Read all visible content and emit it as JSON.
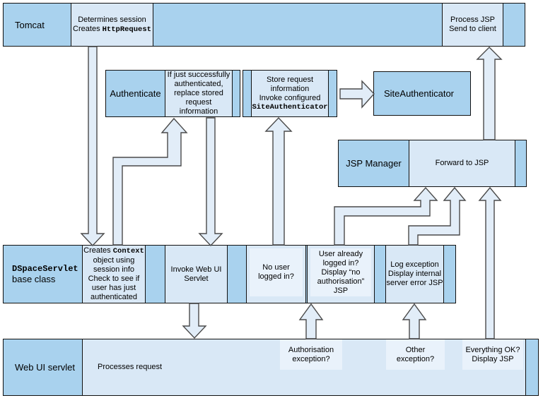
{
  "colors": {
    "dark_blue": "#a9d2ee",
    "light_blue": "#d9e8f6",
    "lighter_blue": "#e9f2fb",
    "arrow_fill": "#e2edf8",
    "arrow_stroke": "#4a4a4a",
    "border": "#111111"
  },
  "nodes": {
    "tomcat": {
      "label": "Tomcat",
      "note_line1": "Determines session",
      "note_line2_prefix": "Creates ",
      "note_line2_code": "HttpRequest",
      "process_note": "Process JSP\nSend to client"
    },
    "authenticate": {
      "label": "Authenticate",
      "note": "If just successfully\nauthenticated,\nreplace stored\nrequest information"
    },
    "store_request": {
      "note_lines": "Store request information\nInvoke configured",
      "note_code": "SiteAuthenticator"
    },
    "site_authenticator": {
      "label": "SiteAuthenticator"
    },
    "jsp_manager": {
      "label": "JSP Manager",
      "note": "Forward to JSP"
    },
    "dspace_servlet": {
      "label_code": "DSpaceServlet",
      "label_plain": "base class",
      "creates_context_prefix": "Creates ",
      "creates_context_code": "Context",
      "creates_context_rest": "object using\nsession info\nCheck to see if\nuser has just\nauthenticated",
      "invoke_note": "Invoke Web UI\nServlet",
      "no_user_note": "No user\nlogged in?",
      "user_already_note": "User already\nlogged in?\nDisplay “no\nauthorisation”\nJSP",
      "log_exception_note": "Log exception\nDisplay internal\nserver error JSP"
    },
    "web_ui_servlet": {
      "label": "Web UI servlet",
      "processes_note": "Processes request",
      "auth_exception_note": "Authorisation\nexception?",
      "other_exception_note": "Other exception?",
      "everything_ok_note": "Everything OK?\nDisplay JSP"
    }
  }
}
